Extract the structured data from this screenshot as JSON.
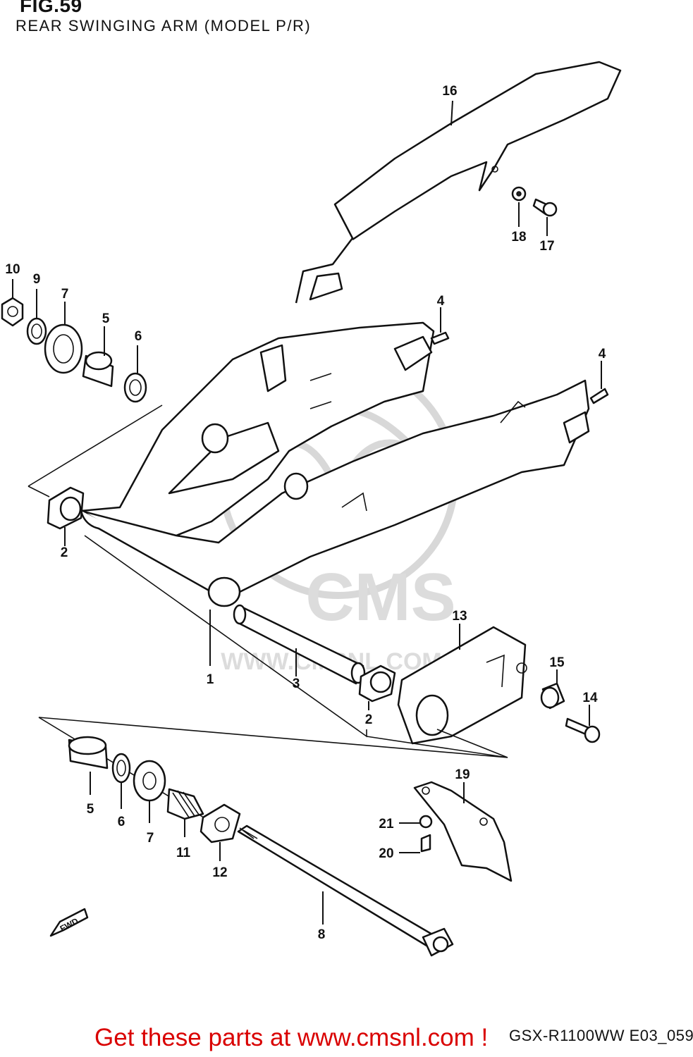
{
  "figure": {
    "label": "FIG.59",
    "title": "REAR SWINGING ARM (MODEL P/R)"
  },
  "watermark": {
    "brand": "CMS",
    "url": "WWW.CMSNL.COM"
  },
  "direction_arrow": "FWD",
  "callouts": [
    {
      "id": "c16",
      "text": "16"
    },
    {
      "id": "c18",
      "text": "18"
    },
    {
      "id": "c17",
      "text": "17"
    },
    {
      "id": "c10",
      "text": "10"
    },
    {
      "id": "c9",
      "text": "9"
    },
    {
      "id": "c7a",
      "text": "7"
    },
    {
      "id": "c5a",
      "text": "5"
    },
    {
      "id": "c6a",
      "text": "6"
    },
    {
      "id": "c4a",
      "text": "4"
    },
    {
      "id": "c4b",
      "text": "4"
    },
    {
      "id": "c2a",
      "text": "2"
    },
    {
      "id": "c13",
      "text": "13"
    },
    {
      "id": "c15",
      "text": "15"
    },
    {
      "id": "c14",
      "text": "14"
    },
    {
      "id": "c1",
      "text": "1"
    },
    {
      "id": "c3",
      "text": "3"
    },
    {
      "id": "c2b",
      "text": "2"
    },
    {
      "id": "c19",
      "text": "19"
    },
    {
      "id": "c21",
      "text": "21"
    },
    {
      "id": "c20",
      "text": "20"
    },
    {
      "id": "c5b",
      "text": "5"
    },
    {
      "id": "c6b",
      "text": "6"
    },
    {
      "id": "c7b",
      "text": "7"
    },
    {
      "id": "c11",
      "text": "11"
    },
    {
      "id": "c12",
      "text": "12"
    },
    {
      "id": "c8",
      "text": "8"
    }
  ],
  "footer": {
    "diagram_code": "GSX-R1100WW E03_059",
    "cta": "Get these parts at www.cmsnl.com !"
  },
  "colors": {
    "line": "#111111",
    "cta": "#d90000",
    "watermark": "#d8d8d8"
  }
}
